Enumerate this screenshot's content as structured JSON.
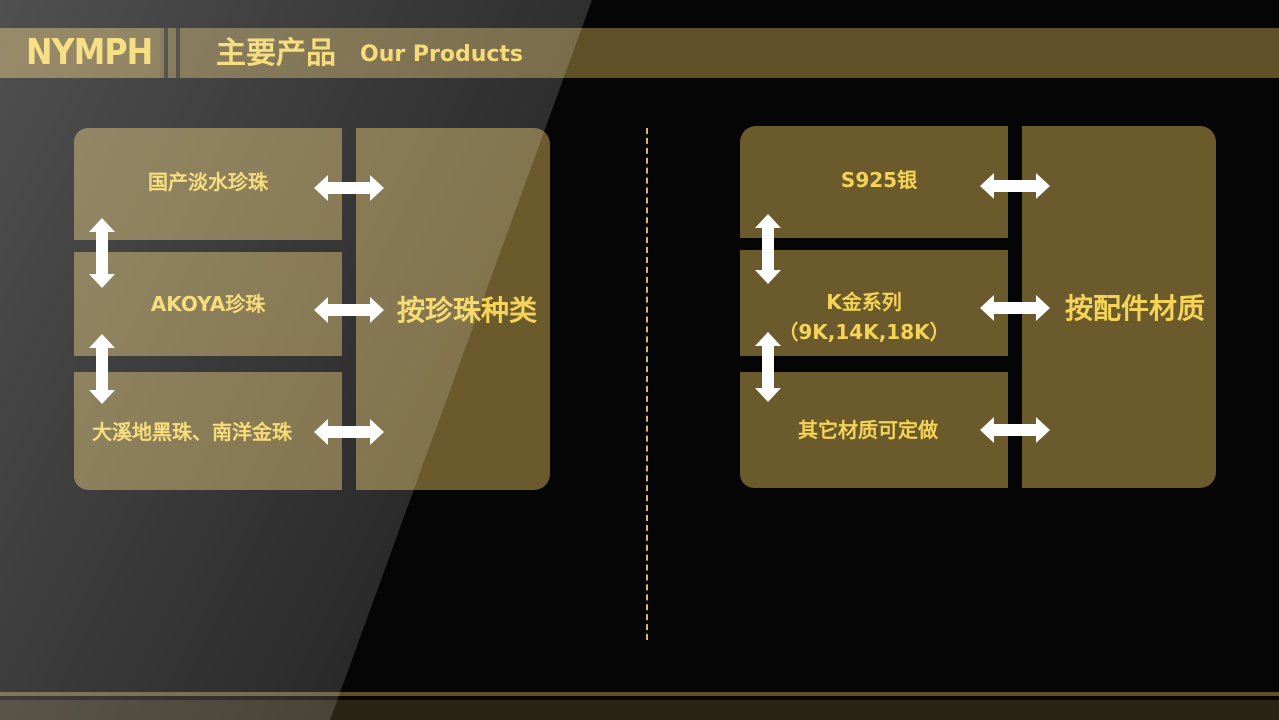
{
  "header": {
    "logo": "NYMPH",
    "title_cn": "主要产品",
    "title_en": "Our Products"
  },
  "left_group": {
    "items": [
      "国产淡水珍珠",
      "AKOYA珍珠",
      "大溪地黑珠、南洋金珠"
    ],
    "category": "按珍珠种类"
  },
  "right_group": {
    "items": [
      "S925银",
      "K金系列",
      "（9K,14K,18K）",
      "其它材质可定做"
    ],
    "category": "按配件材质"
  },
  "icons": [
    "double-arrow-horizontal-icon",
    "double-arrow-vertical-icon"
  ],
  "colors": {
    "background": "#050505",
    "box": "#6b5a2c",
    "text_gold": "#f4d357",
    "arrow": "#ffffff"
  }
}
